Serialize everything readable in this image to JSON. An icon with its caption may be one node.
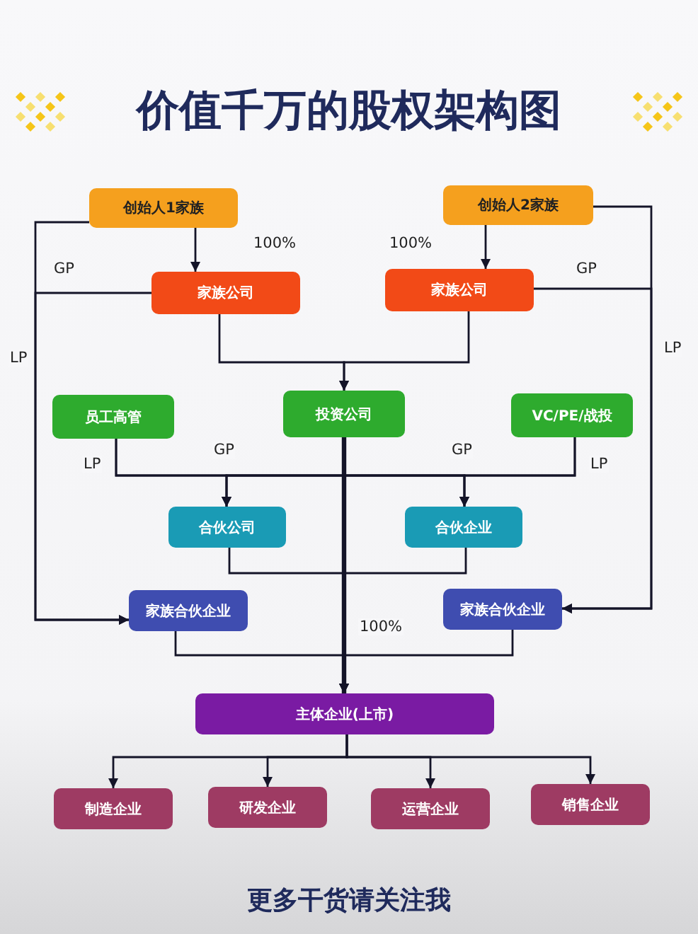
{
  "diagram": {
    "title": "价值千万的股权架构图",
    "nodes": [
      {
        "text": [
          "创始人1家族"
        ]
      },
      {
        "text": [
          "创始人2家族"
        ]
      },
      {
        "text": [
          "家族公司"
        ]
      },
      {
        "text": [
          "家族公司"
        ]
      },
      {
        "text": [
          "员工高管"
        ]
      },
      {
        "text": [
          "投资公司"
        ]
      },
      {
        "text": [
          "VC/PE/战投"
        ]
      },
      {
        "text": [
          "合伙公司"
        ]
      },
      {
        "text": [
          "合伙企业"
        ]
      },
      {
        "text": [
          "家族合伙企业"
        ]
      },
      {
        "text": [
          "家族合伙企业"
        ]
      },
      {
        "text": [
          "主体企业(上市)"
        ]
      },
      {
        "text": [
          "制造企业"
        ]
      },
      {
        "text": [
          "研发企业"
        ]
      },
      {
        "text": [
          "运营企业"
        ]
      },
      {
        "text": [
          "销售企业"
        ]
      }
    ],
    "edges": [
      {
        "from": 0,
        "to": 2,
        "arrow": "to",
        "label": "100%"
      },
      {
        "from": 1,
        "to": 3,
        "arrow": "to",
        "label": "100%"
      },
      {
        "from": 0,
        "to": 9,
        "arrow": "to",
        "label": "LP"
      },
      {
        "from": 2,
        "to": 9,
        "arrow": "to",
        "label": "GP"
      },
      {
        "from": 1,
        "to": 10,
        "arrow": "to",
        "label": "LP"
      },
      {
        "from": 3,
        "to": 10,
        "arrow": "to",
        "label": "GP"
      },
      {
        "from": 2,
        "to": 5,
        "arrow": "to"
      },
      {
        "from": 3,
        "to": 5,
        "arrow": "to"
      },
      {
        "from": 4,
        "to": 7,
        "arrow": "to",
        "label": "LP"
      },
      {
        "from": 4,
        "to": 8,
        "arrow": "to"
      },
      {
        "from": 5,
        "to": 7,
        "arrow": "to",
        "label": "GP"
      },
      {
        "from": 5,
        "to": 8,
        "arrow": "to",
        "label": "GP"
      },
      {
        "from": 6,
        "to": 7,
        "arrow": "to"
      },
      {
        "from": 6,
        "to": 8,
        "arrow": "to",
        "label": "LP"
      },
      {
        "from": 5,
        "to": 11,
        "arrow": "to",
        "label": "100%",
        "style": "thick"
      },
      {
        "from": 7,
        "to": 11,
        "arrow": "to"
      },
      {
        "from": 8,
        "to": 11,
        "arrow": "to"
      },
      {
        "from": 9,
        "to": 11,
        "arrow": "to"
      },
      {
        "from": 10,
        "to": 11,
        "arrow": "to"
      },
      {
        "from": 11,
        "to": 12,
        "arrow": "to"
      },
      {
        "from": 11,
        "to": 13,
        "arrow": "to"
      },
      {
        "from": 11,
        "to": 14,
        "arrow": "to"
      },
      {
        "from": 11,
        "to": 15,
        "arrow": "to"
      }
    ],
    "caption": "更多干货请关注我"
  }
}
